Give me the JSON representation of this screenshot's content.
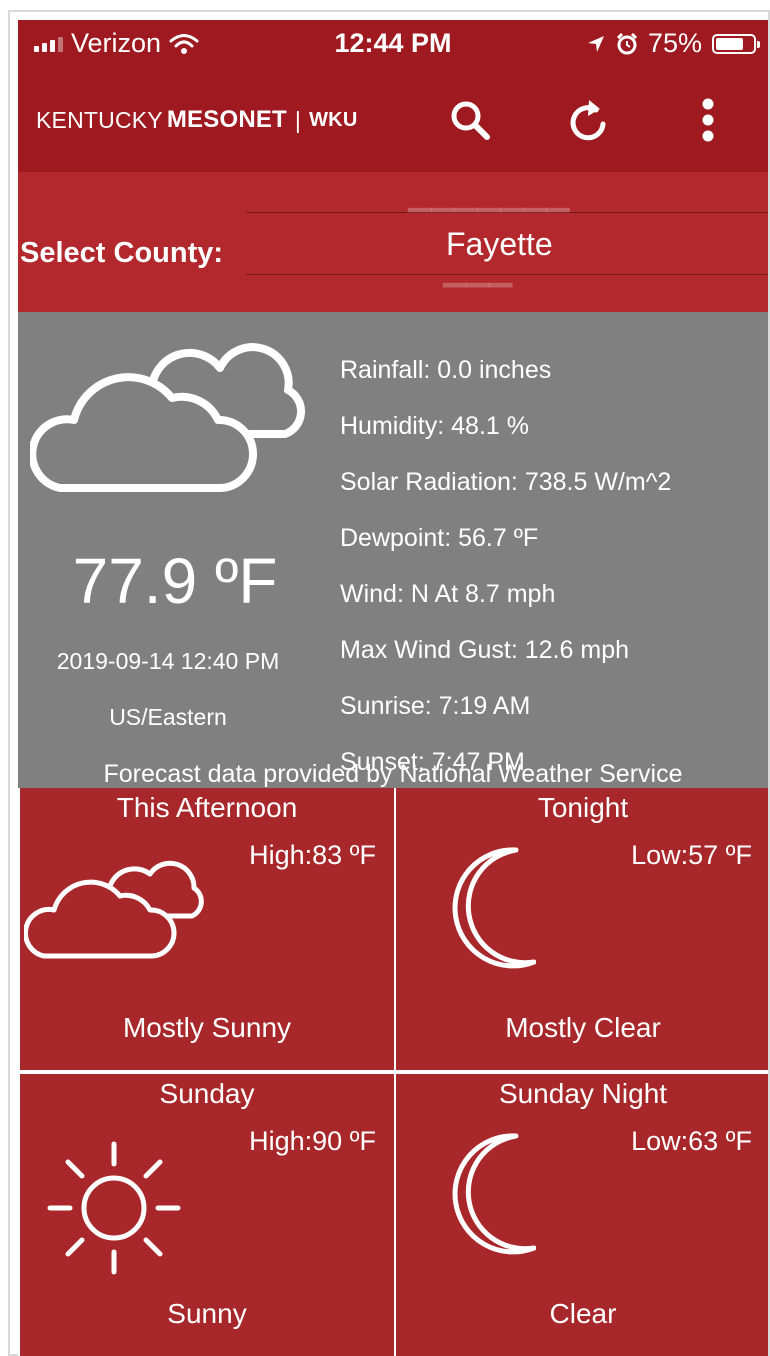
{
  "status_bar": {
    "carrier": "Verizon",
    "time": "12:44 PM",
    "battery": "75%",
    "battery_level": 0.75
  },
  "header": {
    "logo_left": "KENTUCKY",
    "logo_bold": "MESONET",
    "logo_sep": "|",
    "logo_right": "WKU",
    "icons": [
      "search-icon",
      "refresh-icon",
      "more-vert-icon"
    ]
  },
  "county_picker": {
    "label": "Select County:",
    "selected": "Fayette"
  },
  "current": {
    "icon": "partly-cloudy-icon",
    "temperature": "77.9 ºF",
    "timestamp": "2019-09-14 12:40 PM",
    "timezone": "US/Eastern",
    "details": [
      "Rainfall: 0.0 inches",
      "Humidity: 48.1 %",
      "Solar Radiation: 738.5 W/m^2",
      "Dewpoint: 56.7 ºF",
      "Wind: N At 8.7 mph",
      "Max Wind Gust: 12.6 mph",
      "Sunrise: 7:19 AM",
      "Sunset: 7:47 PM"
    ]
  },
  "forecast_credit": "Forecast data provided by National Weather Service",
  "forecast": [
    {
      "period": "This Afternoon",
      "hilo": "High:83 ºF",
      "condition": "Mostly Sunny",
      "icon": "partly-cloudy-icon"
    },
    {
      "period": "Tonight",
      "hilo": "Low:57 ºF",
      "condition": "Mostly Clear",
      "icon": "moon-icon"
    },
    {
      "period": "Sunday",
      "hilo": "High:90 ºF",
      "condition": "Sunny",
      "icon": "sun-icon"
    },
    {
      "period": "Sunday Night",
      "hilo": "Low:63 ºF",
      "condition": "Clear",
      "icon": "moon-icon"
    }
  ],
  "colors": {
    "header": "#9e1a20",
    "card": "#a8272a",
    "current_bg": "#808080"
  }
}
